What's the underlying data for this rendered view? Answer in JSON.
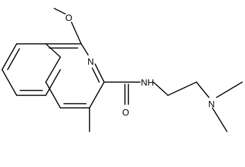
{
  "molecule": {
    "atoms": {
      "o_methoxy": "O",
      "n_ring": "N",
      "o_carbonyl": "O",
      "n_amide": "NH",
      "n_amine": "N"
    },
    "colors": {
      "bond": "#000000",
      "label": "#000000",
      "background": "#ffffff"
    }
  }
}
